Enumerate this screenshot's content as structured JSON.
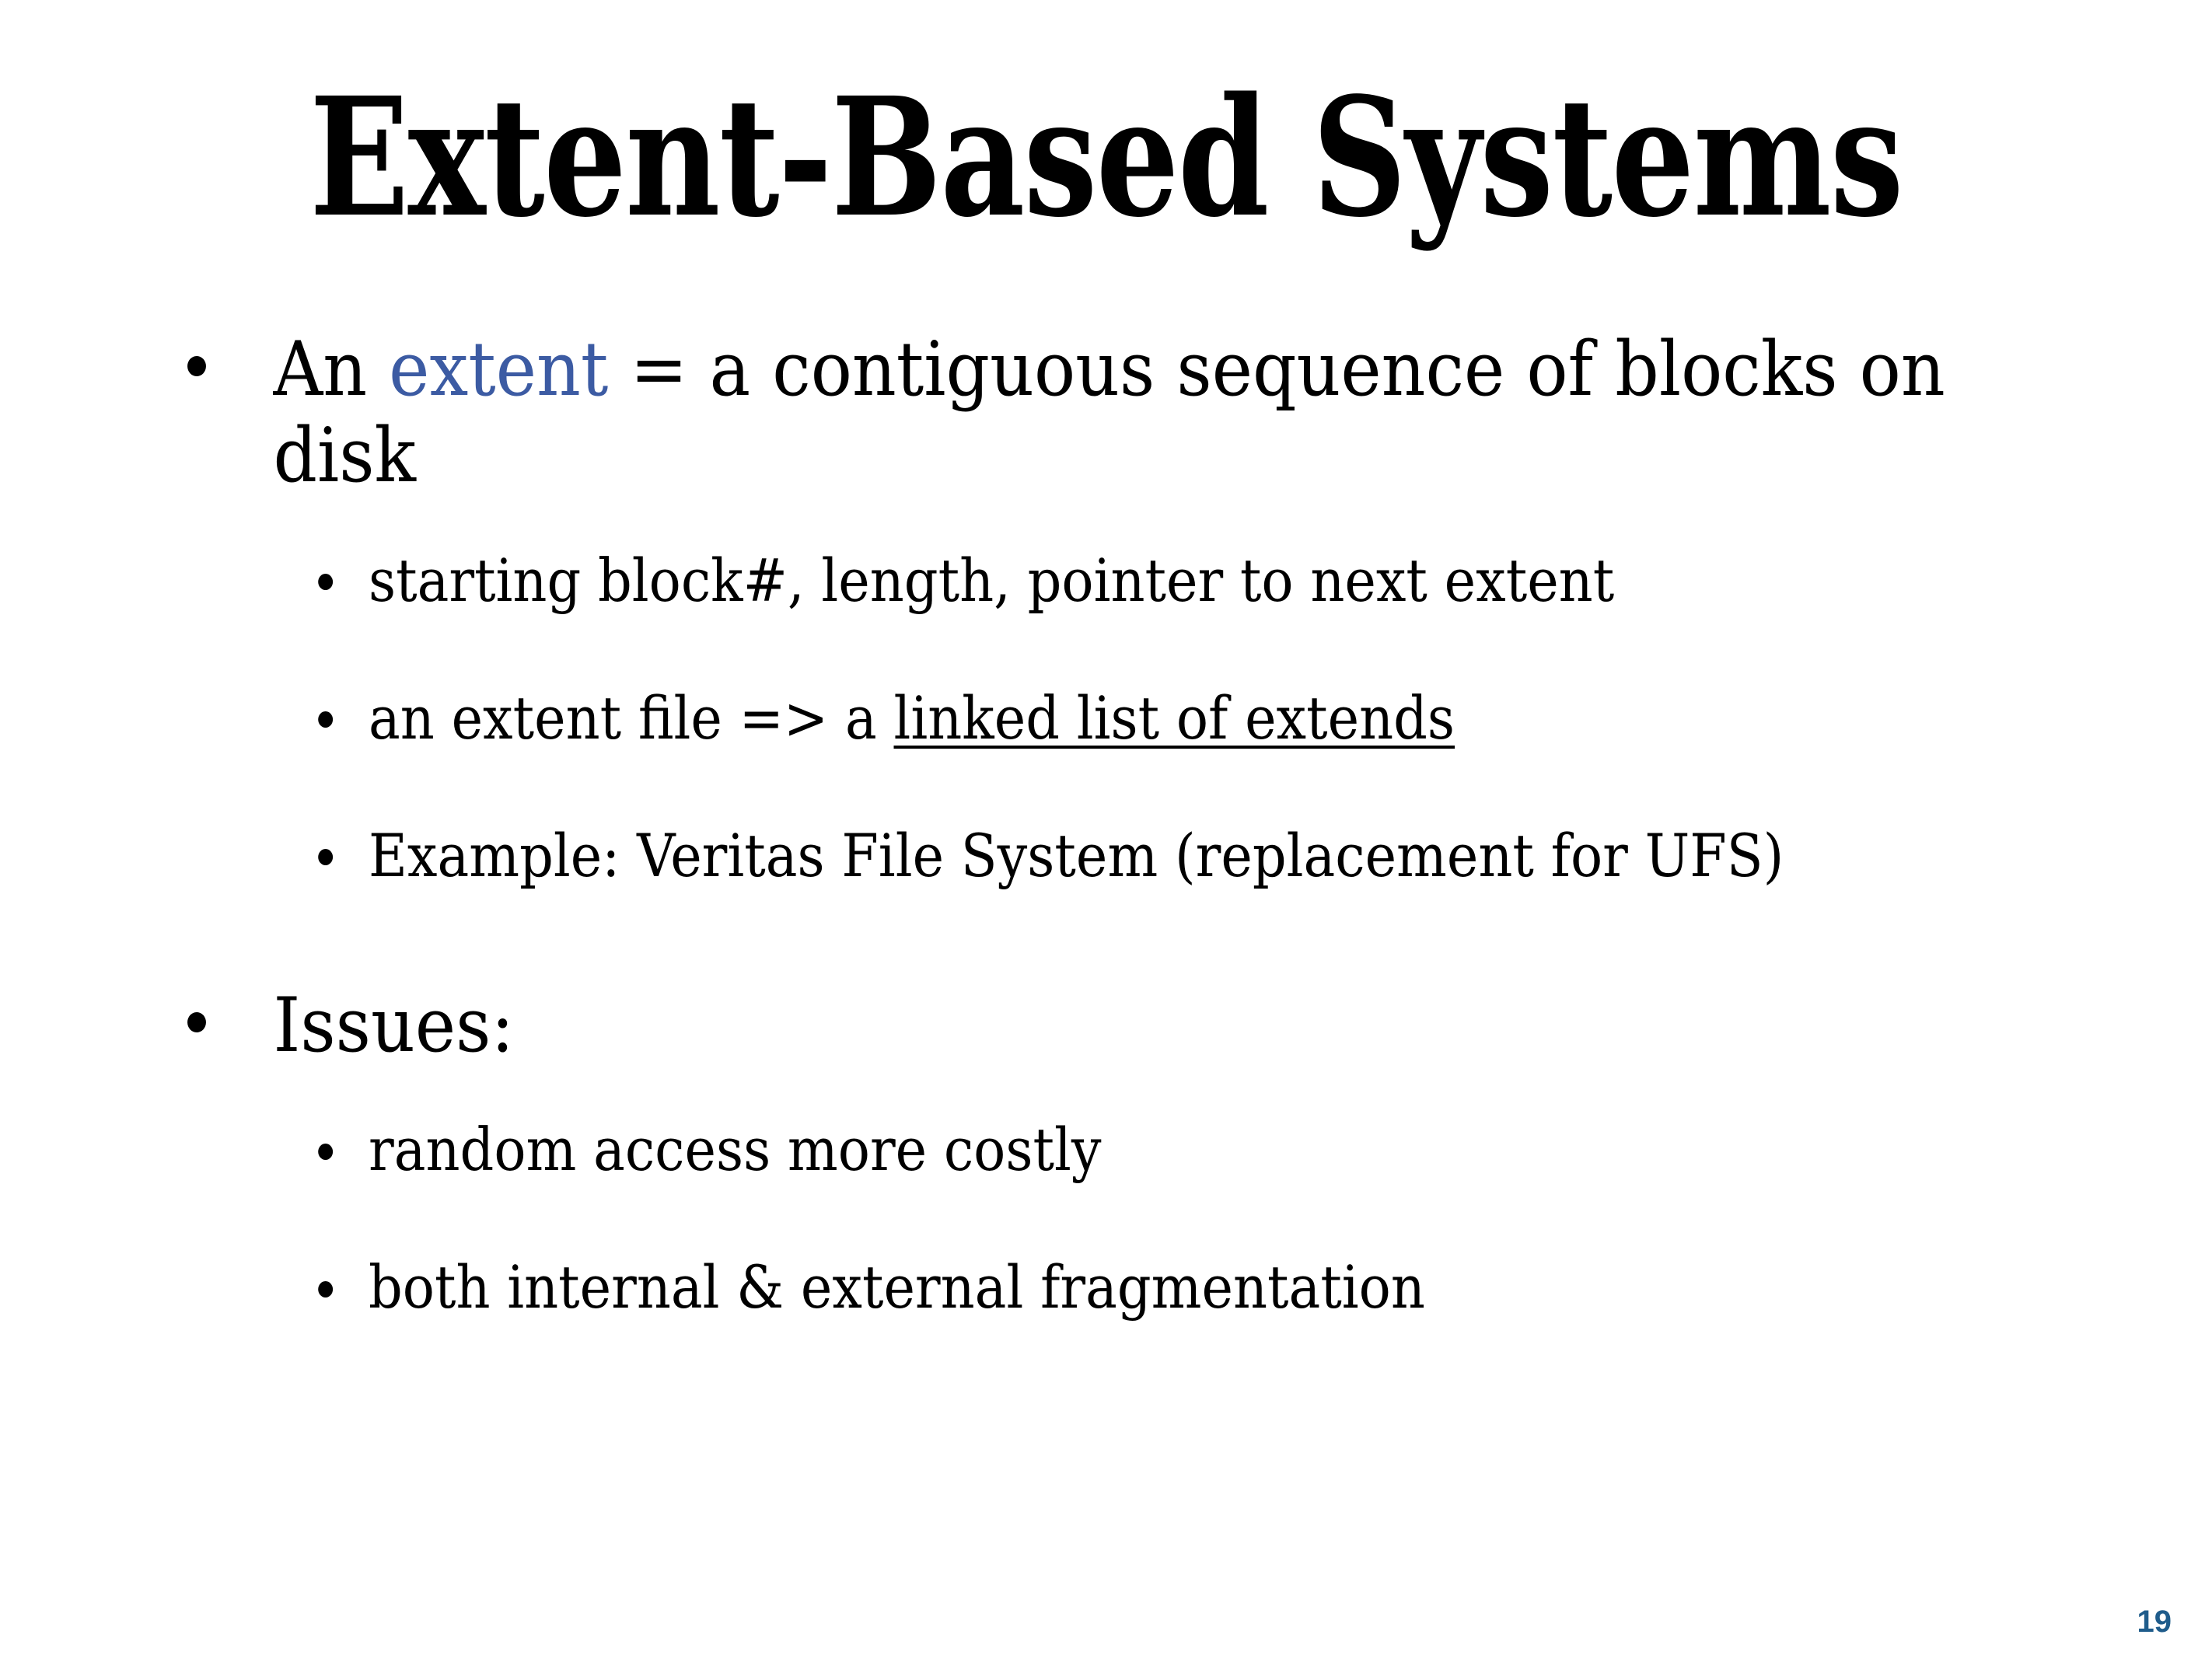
{
  "slide": {
    "title": "Extent-Based Systems",
    "page_number": "19",
    "colors": {
      "background": "#ffffff",
      "text": "#000000",
      "keyword_blue": "#3C5BA3",
      "page_number_blue": "#1F5C8B"
    },
    "bullets": [
      {
        "level": 1,
        "id": "extent-definition",
        "text_parts": {
          "before": "An ",
          "keyword": "extent",
          "after": " = a contiguous sequence of blocks on disk"
        }
      },
      {
        "level": 2,
        "id": "extent-fields",
        "text": "starting block#, length, pointer to next extent"
      },
      {
        "level": 2,
        "id": "extent-file-linked-list",
        "text_parts": {
          "before": "an extent file => a ",
          "underlined": "linked list of extends",
          "after": ""
        }
      },
      {
        "level": 2,
        "id": "veritas-example",
        "text": "Example: Veritas File System (replacement for UFS)"
      },
      {
        "level": 1,
        "id": "issues-heading",
        "text": "Issues:"
      },
      {
        "level": 2,
        "id": "random-access",
        "text": "random access more costly"
      },
      {
        "level": 2,
        "id": "fragmentation",
        "text": "both internal & external fragmentation"
      }
    ]
  }
}
